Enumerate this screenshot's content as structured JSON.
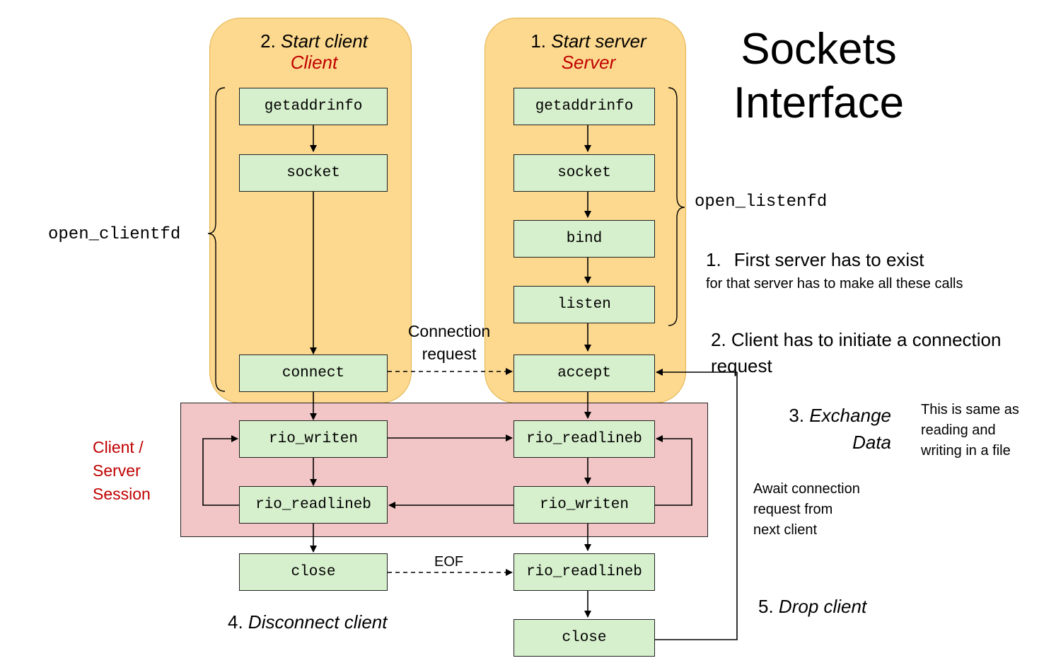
{
  "title": {
    "line1": "Sockets",
    "line2": "Interface"
  },
  "client_panel": {
    "num": "2. ",
    "heading": "Start client",
    "role": "Client"
  },
  "server_panel": {
    "num": "1. ",
    "heading": "Start server",
    "role": "Server"
  },
  "client_boxes": {
    "getaddrinfo": "getaddrinfo",
    "socket": "socket",
    "connect": "connect",
    "rio_writen": "rio_writen",
    "rio_readlineb": "rio_readlineb",
    "close": "close"
  },
  "server_boxes": {
    "getaddrinfo": "getaddrinfo",
    "socket": "socket",
    "bind": "bind",
    "listen": "listen",
    "accept": "accept",
    "rio_readlineb": "rio_readlineb",
    "rio_writen": "rio_writen",
    "rio_readlineb2": "rio_readlineb",
    "close": "close"
  },
  "labels": {
    "open_clientfd": "open_clientfd",
    "open_listenfd": "open_listenfd",
    "connection_request_1": "Connection",
    "connection_request_2": "request",
    "eof": "EOF",
    "session_1": "Client /",
    "session_2": "Server",
    "session_3": "Session",
    "disconnect_num": "4. ",
    "disconnect": "Disconnect client",
    "exchange_num": "3. ",
    "exchange_1": "Exchange",
    "exchange_2": "Data",
    "same_file_1": "This is same as",
    "same_file_2": "reading and",
    "same_file_3": "writing in a file",
    "await_1": "Await connection",
    "await_2": "request from",
    "await_3": "next client",
    "drop_num": "5. ",
    "drop": "Drop client"
  },
  "notes": {
    "n1_num": "1.",
    "n1_text": "First server has to exist",
    "n1_sub": "for that server has to make all these calls",
    "n2_line1": "2. Client has to initiate a connection",
    "n2_line2": "request"
  }
}
